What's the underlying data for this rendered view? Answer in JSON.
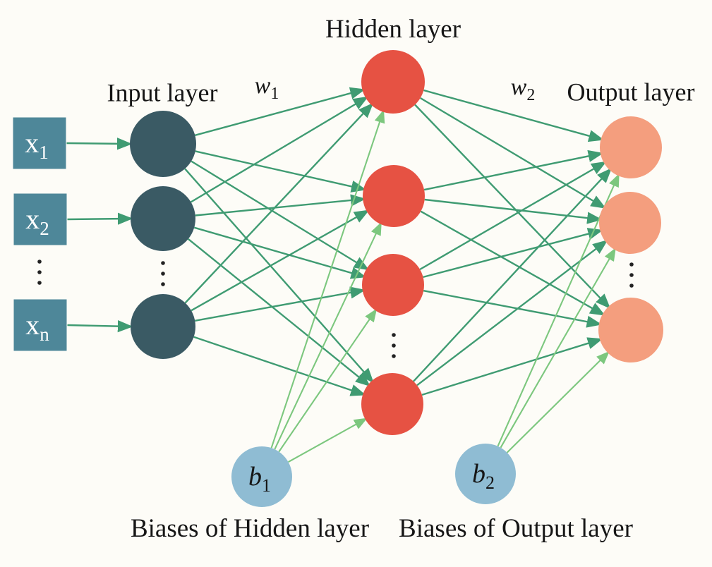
{
  "diagram": {
    "labels": {
      "hidden_layer": "Hidden layer",
      "input_layer": "Input layer",
      "output_layer": "Output layer",
      "biases_hidden": "Biases of Hidden layer",
      "biases_output": "Biases of Output layer",
      "w1": {
        "base": "w",
        "sub": "1"
      },
      "w2": {
        "base": "w",
        "sub": "2"
      }
    },
    "inputs": [
      {
        "base": "x",
        "sub": "1"
      },
      {
        "base": "x",
        "sub": "2"
      },
      {
        "base": "x",
        "sub": "n"
      }
    ],
    "biases": [
      {
        "base": "b",
        "sub": "1"
      },
      {
        "base": "b",
        "sub": "2"
      }
    ],
    "colors": {
      "background": "#fdfcf7",
      "input_square_fill": "#4e8799",
      "input_square_text": "#ffffff",
      "input_node_fill": "#3a5a64",
      "hidden_node_fill": "#e65243",
      "output_node_fill": "#f49e7e",
      "bias_node_fill": "#8fbcd3",
      "weight_edge": "#3f9b72",
      "bias_edge": "#7cc77e",
      "label_text": "#161616",
      "dots": "#222222"
    }
  }
}
